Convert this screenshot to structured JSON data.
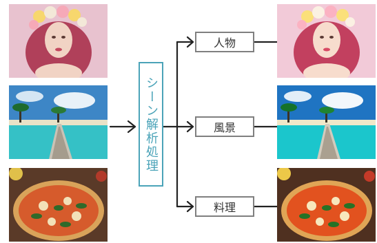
{
  "analyzer": {
    "label": "シーン解析処理"
  },
  "categories": [
    {
      "id": "people",
      "label": "人物"
    },
    {
      "id": "scenery",
      "label": "風景"
    },
    {
      "id": "food",
      "label": "料理"
    }
  ],
  "colors": {
    "analyzer_accent": "#4aa3b8",
    "category_border": "#7f7f7f",
    "arrow": "#222222"
  },
  "images": {
    "inputs": [
      "portrait-photo",
      "beach-pier-photo",
      "pizza-photo"
    ],
    "outputs": [
      "portrait-photo-enhanced",
      "beach-pier-photo-enhanced",
      "pizza-photo-enhanced"
    ]
  }
}
